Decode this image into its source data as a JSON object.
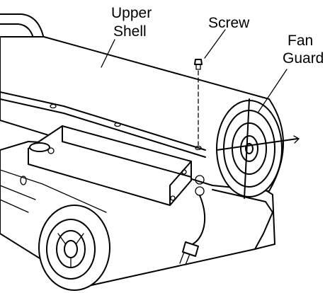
{
  "labels": {
    "upper_shell_line1": "Upper",
    "upper_shell_line2": "Shell",
    "screw": "Screw",
    "fan_guard_line1": "Fan",
    "fan_guard_line2": "Guard"
  }
}
